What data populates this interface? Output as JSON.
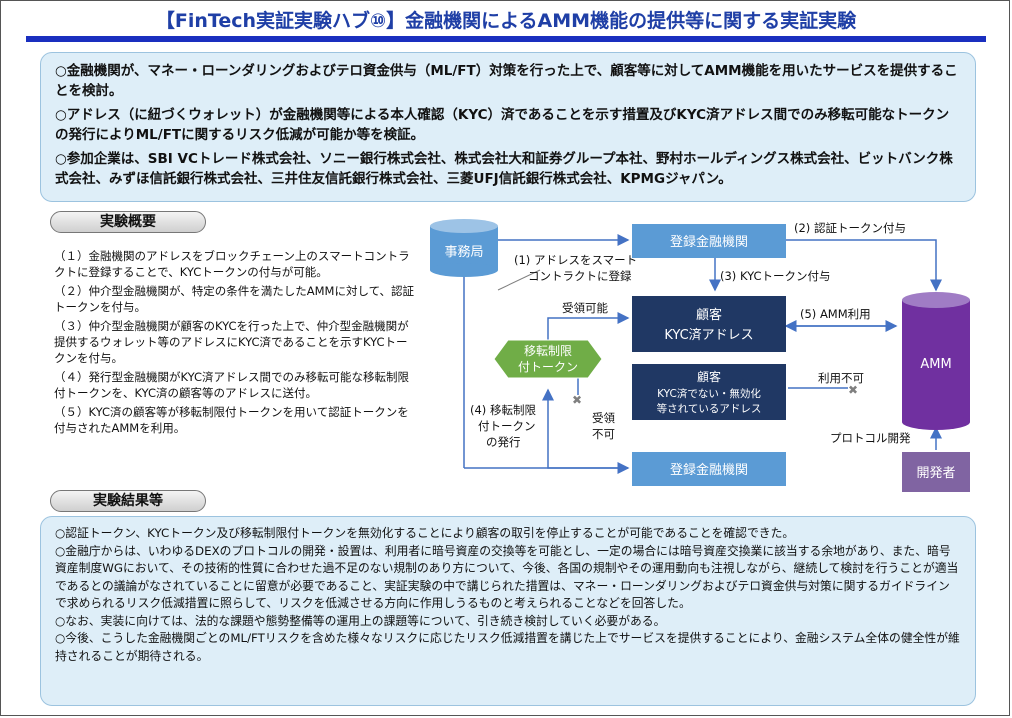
{
  "title": "【FinTech実証実験ハブ⑩】金融機関によるAMM機能の提供等に関する実証実験",
  "summary": [
    "○金融機関が、マネー・ローンダリングおよびテロ資金供与（ML/FT）対策を行った上で、顧客等に対してAMM機能を用いたサービスを提供することを検討。",
    "○アドレス（に紐づくウォレット）が金融機関等による本人確認（KYC）済であることを示す措置及びKYC済アドレス間でのみ移転可能なトークンの発行によりML/FTに関するリスク低減が可能か等を検証。",
    "○参加企業は、SBI VCトレード株式会社、ソニー銀行株式会社、株式会社大和証券グループ本社、野村ホールディングス株式会社、ビットバンク株式会社、みずほ信託銀行株式会社、三井住友信託銀行株式会社、三菱UFJ信託銀行株式会社、KPMGジャパン。"
  ],
  "overview": {
    "heading": "実験概要",
    "items": [
      "（１）金融機関のアドレスをブロックチェーン上のスマートコントラクトに登録することで、KYCトークンの付与が可能。",
      "（２）仲介型金融機関が、特定の条件を満たしたAMMに対して、認証トークンを付与。",
      "（３）仲介型金融機関が顧客のKYCを行った上で、仲介型金融機関が提供するウォレット等のアドレスにKYC済であることを示すKYCトークンを付与。",
      "（４）発行型金融機関がKYC済アドレス間でのみ移転可能な移転制限付トークンを、KYC済の顧客等のアドレスに送付。",
      "（５）KYC済の顧客等が移転制限付トークンを用いて認証トークンを付与されたAMMを利用。"
    ]
  },
  "diagram": {
    "secretariat": "事務局",
    "registered_fi_top": "登録金融機関",
    "registered_fi_bottom": "登録金融機関",
    "customer_kyc_1": "顧客",
    "customer_kyc_2": "KYC済アドレス",
    "customer_nokyc_1": "顧客",
    "customer_nokyc_2": "KYC済でない・無効化",
    "customer_nokyc_3": "等されているアドレス",
    "token_1": "移転制限",
    "token_2": "付トークン",
    "amm": "AMM",
    "developer": "開発者",
    "step1_a": "(1) アドレスをスマート",
    "step1_b": "コントラクトに登録",
    "step2": "(2) 認証トークン付与",
    "step3": "(3) KYCトークン付与",
    "step4_a": "(4) 移転制限",
    "step4_b": "付トークン",
    "step4_c": "の発行",
    "step5": "(5) AMM利用",
    "receivable": "受領可能",
    "not_receivable_1": "受領",
    "not_receivable_2": "不可",
    "unusable": "利用不可",
    "protocol_dev": "プロトコル開発",
    "cross": "✖"
  },
  "results": {
    "heading": "実験結果等",
    "items": [
      "○認証トークン、KYCトークン及び移転制限付トークンを無効化することにより顧客の取引を停止することが可能であることを確認できた。",
      "○金融庁からは、いわゆるDEXのプロトコルの開発・設置は、利用者に暗号資産の交換等を可能とし、一定の場合には暗号資産交換業に該当する余地があり、また、暗号資産制度WGにおいて、その技術的性質に合わせた過不足のない規制のあり方について、今後、各国の規制やその運用動向も注視しながら、継続して検討を行うことが適当であるとの議論がなされていることに留意が必要であること、実証実験の中で講じられた措置は、マネー・ローンダリングおよびテロ資金供与対策に関するガイドラインで求められるリスク低減措置に照らして、リスクを低減させる方向に作用しうるものと考えられることなどを回答した。",
      "○なお、実装に向けては、法的な課題や態勢整備等の運用上の課題等について、引き続き検討していく必要がある。",
      "○今後、こうした金融機関ごとのML/FTリスクを含めた様々なリスクに応じたリスク低減措置を講じた上でサービスを提供することにより、金融システム全体の健全性が維持されることが期待される。"
    ]
  },
  "colors": {
    "title": "#1f3fa6",
    "box_light": "#5b9bd5",
    "box_dark": "#203864",
    "token_green": "#70ad47",
    "amm_purple": "#7030a0",
    "dev_purple": "#8064a2",
    "panel": "#deeef8"
  }
}
